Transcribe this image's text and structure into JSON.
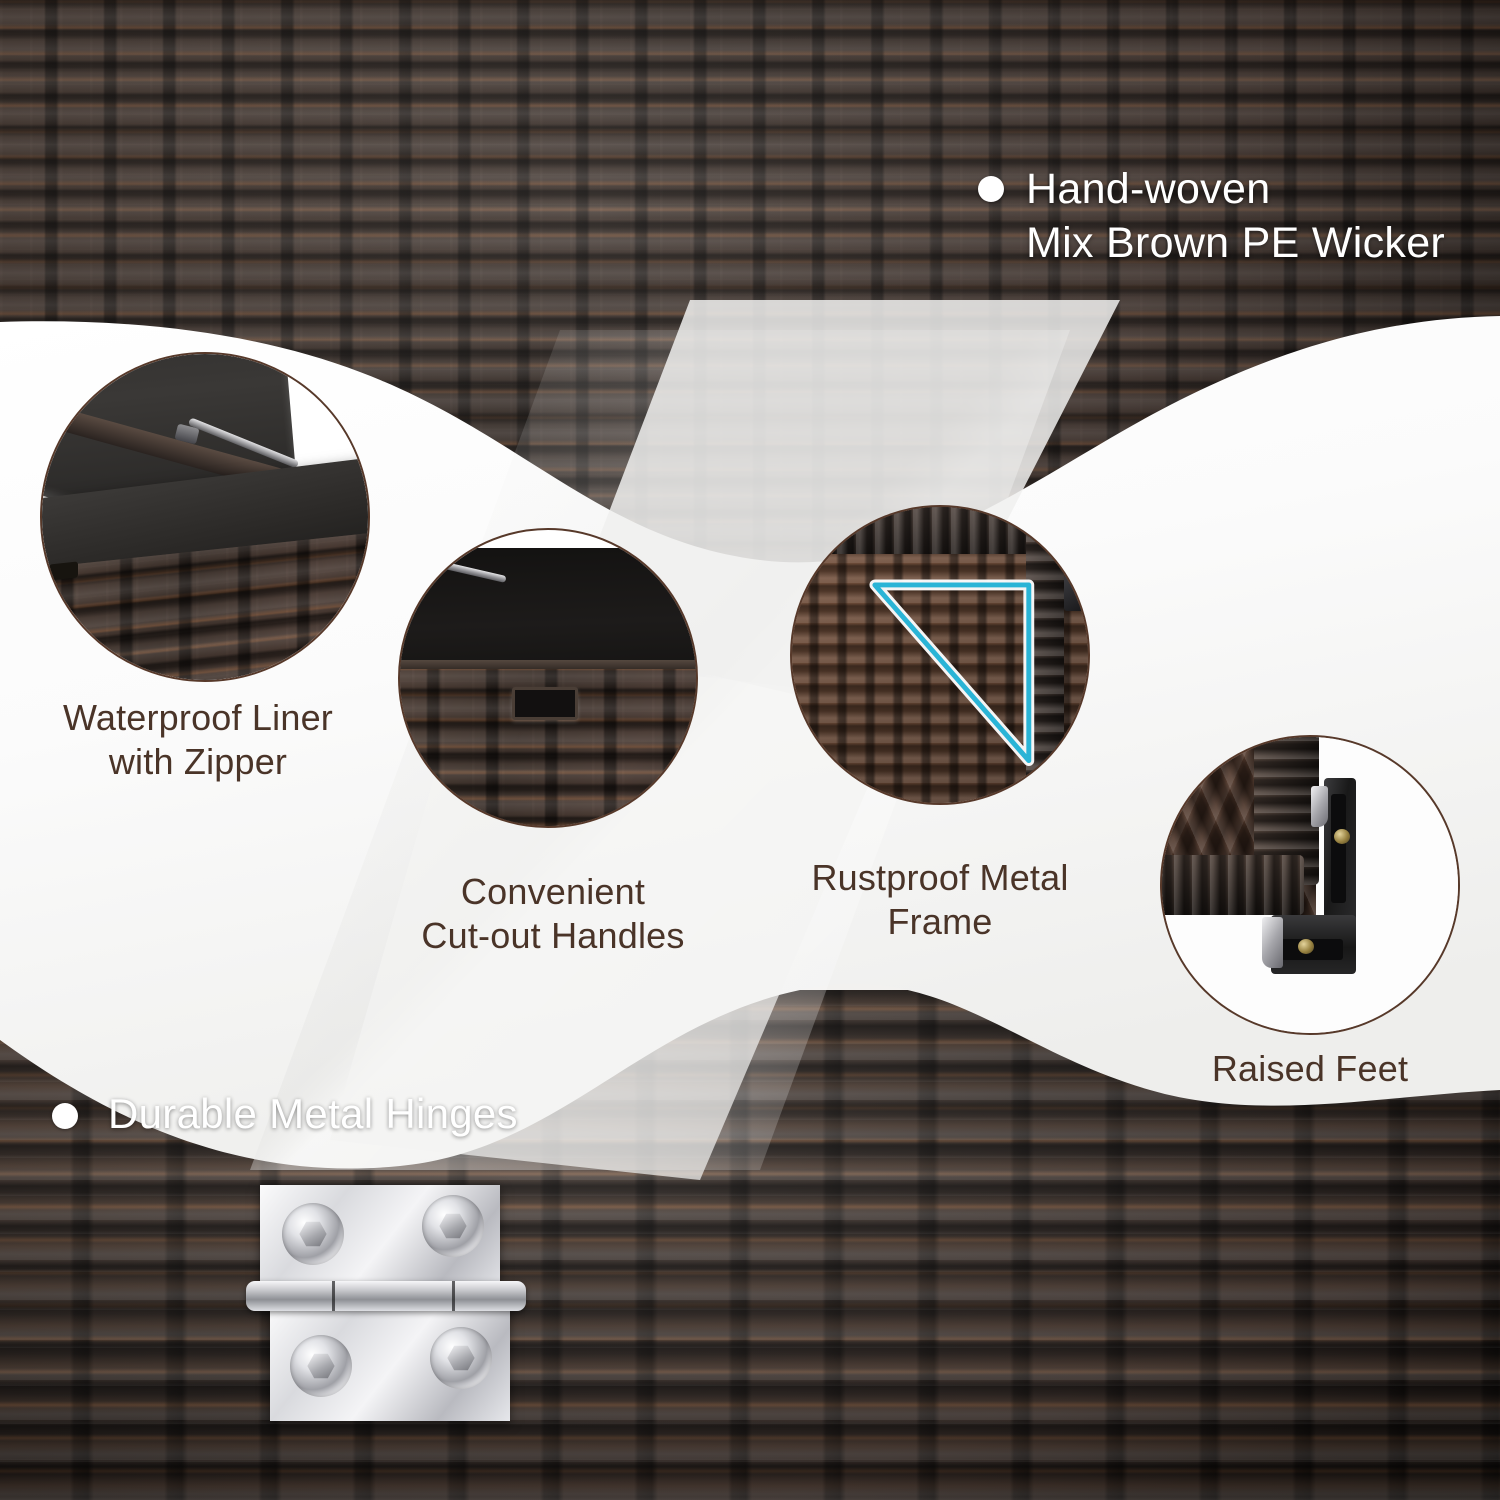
{
  "product": {
    "type": "outdoor-wicker-storage-box-feature-infographic"
  },
  "colors": {
    "label_brown": "#4a3428",
    "label_white": "#ffffff",
    "circle_border": "#57392a",
    "frame_highlight_cyan": "#2ab4d6",
    "wicker_dark": "#3b312c",
    "wicker_mid": "#5a463c",
    "panel_white": "#ffffff"
  },
  "callouts": [
    {
      "id": "hand-woven",
      "text": "Hand-woven\nMix Brown PE Wicker",
      "style": "white-on-wicker",
      "bullet": true
    },
    {
      "id": "waterproof-liner",
      "text": "Waterproof Liner\nwith Zipper",
      "style": "brown-on-white",
      "bullet": false
    },
    {
      "id": "cutout-handles",
      "text": "Convenient\nCut-out Handles",
      "style": "brown-on-white",
      "bullet": false
    },
    {
      "id": "metal-frame",
      "text": "Rustproof Metal\nFrame",
      "style": "brown-on-white",
      "bullet": false
    },
    {
      "id": "raised-feet",
      "text": "Raised Feet",
      "style": "brown-on-white",
      "bullet": false
    },
    {
      "id": "metal-hinges",
      "text": "Durable Metal Hinges",
      "style": "white-on-wicker",
      "bullet": true
    }
  ],
  "detail_circles": [
    {
      "id": "circle-waterproof-liner",
      "subject": "open lid with black waterproof liner and gas strut"
    },
    {
      "id": "circle-cutout-handle",
      "subject": "cut-out handle on wicker side panel"
    },
    {
      "id": "circle-metal-frame",
      "subject": "corner of metal frame highlighted by cyan triangle"
    },
    {
      "id": "circle-raised-feet",
      "subject": "black plastic raised corner foot with chrome brackets"
    }
  ],
  "hardware": {
    "hinge": {
      "id": "butterfly-hinge",
      "bolt_count": 4,
      "finish": "polished chrome"
    }
  }
}
